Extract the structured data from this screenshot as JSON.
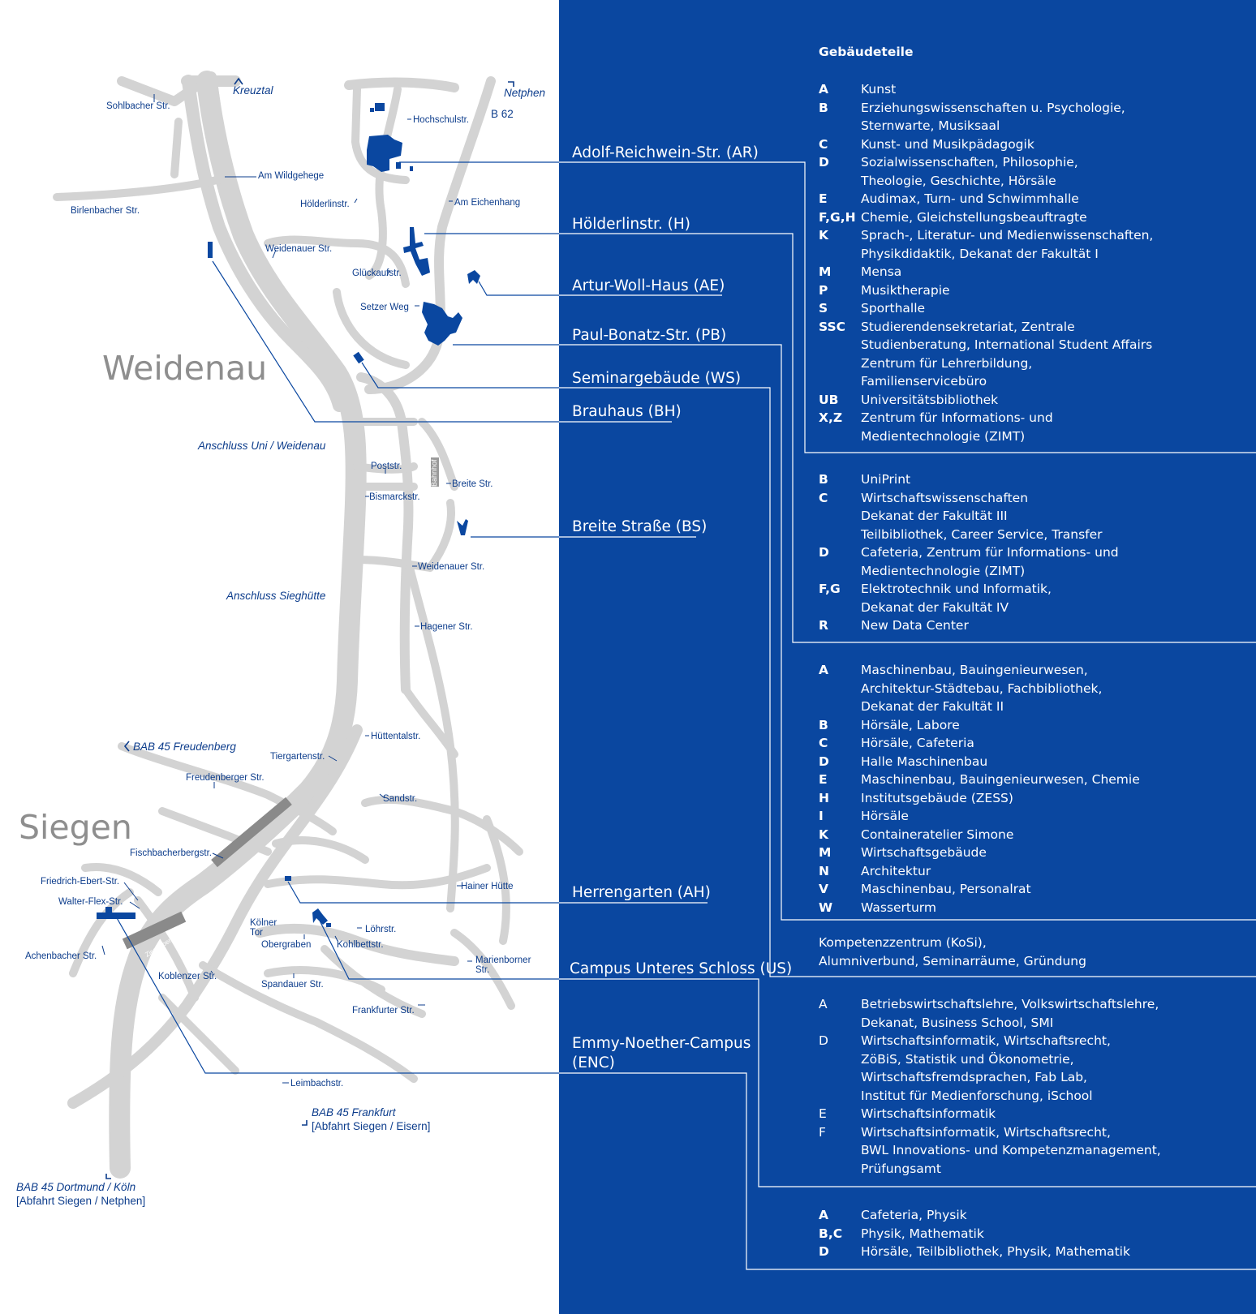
{
  "city_labels": {
    "weidenau": "Weidenau",
    "siegen": "Siegen"
  },
  "directions": {
    "kreuztal": "Kreuztal",
    "netphen": "Netphen",
    "b62": "B 62",
    "anschluss_uni": "Anschluss Uni / Weidenau",
    "anschluss_sieghuette": "Anschluss Sieghütte",
    "bab45_freudenberg": "BAB 45 Freudenberg",
    "bab45_frankfurt_1": "BAB 45 Frankfurt",
    "bab45_frankfurt_2": "[Abfahrt Siegen / Eisern]",
    "bab45_dortmund_1": "BAB 45 Dortmund / Köln",
    "bab45_dortmund_2": "[Abfahrt Siegen / Netphen]"
  },
  "streets": {
    "sohlbacher": "Sohlbacher Str.",
    "hochschul": "Hochschulstr.",
    "am_wildgehege": "Am Wildgehege",
    "birlenbacher": "Birlenbacher Str.",
    "hoelderlin": "Hölderlinstr.",
    "am_eichenhang": "Am Eichenhang",
    "weidenauer_top": "Weidenauer Str.",
    "glueckauf": "Glückaufstr.",
    "setzer_weg": "Setzer Weg",
    "post": "Poststr.",
    "breite": "Breite Str.",
    "bismarck": "Bismarckstr.",
    "weidenauer_mid": "Weidenauer Str.",
    "hagener": "Hagener Str.",
    "huettental": "Hüttentalstr.",
    "tiergarten": "Tiergartenstr.",
    "freudenberger": "Freudenberger Str.",
    "sand": "Sandstr.",
    "fischbacherberg": "Fischbacherbergstr.",
    "friedrich_ebert": "Friedrich-Ebert-Str.",
    "walter_flex": "Walter-Flex-Str.",
    "hainer_huette": "Hainer Hütte",
    "koelner_tor_1": "Kölner",
    "koelner_tor_2": "Tor",
    "obergraben": "Obergraben",
    "loehr": "Löhrstr.",
    "kohlbett": "Kohlbettstr.",
    "achenbacher": "Achenbacher Str.",
    "koblenzer": "Koblenzer Str.",
    "spandauer": "Spandauer Str.",
    "marienborner_1": "Marienborner",
    "marienborner_2": "Str.",
    "frankfurter": "Frankfurter Str.",
    "leimbach": "Leimbachstr.",
    "bahnhof_1": "Bahnhof",
    "bahnhof_2": "Bahnhof",
    "ziegenbergtunnel": "Ziegenbergtunnel"
  },
  "campuses": {
    "ar": "Adolf-Reichwein-Str. (AR)",
    "h": "Hölderlinstr. (H)",
    "ae": "Artur-Woll-Haus (AE)",
    "pb": "Paul-Bonatz-Str. (PB)",
    "ws": "Seminargebäude (WS)",
    "bh": "Brauhaus (BH)",
    "bs": "Breite Straße (BS)",
    "ah": "Herrengarten (AH)",
    "us": "Campus Unteres Schloss (US)",
    "enc_1": "Emmy-Noether-Campus",
    "enc_2": "(ENC)"
  },
  "legend_heading": "Gebäudeteile",
  "legend_ar": [
    {
      "key": "A",
      "text": "Kunst"
    },
    {
      "key": "B",
      "text": "Erziehungswissenschaften u. Psychologie,\nSternwarte, Musiksaal"
    },
    {
      "key": "C",
      "text": "Kunst- und Musikpädagogik"
    },
    {
      "key": "D",
      "text": "Sozialwissenschaften, Philosophie,\nTheologie, Geschichte, Hörsäle"
    },
    {
      "key": "E",
      "text": "Audimax, Turn- und Schwimmhalle"
    },
    {
      "key": "F,G,H",
      "text": "Chemie, Gleichstellungsbeauftragte"
    },
    {
      "key": "K",
      "text": "Sprach-, Literatur- und Medienwissenschaften,\nPhysikdidaktik, Dekanat der Fakultät I"
    },
    {
      "key": "M",
      "text": "Mensa"
    },
    {
      "key": "P",
      "text": "Musiktherapie"
    },
    {
      "key": "S",
      "text": "Sporthalle"
    },
    {
      "key": "SSC",
      "text": "Studierendensekretariat, Zentrale\nStudienberatung, International Student Affairs\nZentrum für Lehrerbildung,\nFamilienservicebüro"
    },
    {
      "key": "UB",
      "text": "Universitätsbibliothek"
    },
    {
      "key": "X,Z",
      "text": "Zentrum für Informations- und\nMedientechnologie (ZIMT)"
    }
  ],
  "legend_h": [
    {
      "key": "B",
      "text": "UniPrint"
    },
    {
      "key": "C",
      "text": "Wirtschaftswissenschaften\nDekanat der Fakultät III\nTeilbibliothek, Career Service, Transfer"
    },
    {
      "key": "D",
      "text": "Cafeteria, Zentrum für Informations- und\nMedientechnologie (ZIMT)"
    },
    {
      "key": "F,G",
      "text": "Elektrotechnik und Informatik,\nDekanat der Fakultät IV"
    },
    {
      "key": "R",
      "text": "New Data Center"
    }
  ],
  "legend_pb": [
    {
      "key": "A",
      "text": "Maschinenbau, Bauingenieurwesen,\nArchitektur-Städtebau, Fachbibliothek,\nDekanat der Fakultät II"
    },
    {
      "key": "B",
      "text": "Hörsäle, Labore"
    },
    {
      "key": "C",
      "text": "Hörsäle, Cafeteria"
    },
    {
      "key": "D",
      "text": "Halle Maschinenbau"
    },
    {
      "key": "E",
      "text": "Maschinenbau, Bauingenieurwesen, Chemie"
    },
    {
      "key": "H",
      "text": "Institutsgebäude (ZESS)"
    },
    {
      "key": "I",
      "text": "Hörsäle"
    },
    {
      "key": "K",
      "text": "Containeratelier Simone"
    },
    {
      "key": "M",
      "text": "Wirtschaftsgebäude"
    },
    {
      "key": "N",
      "text": "Architektur"
    },
    {
      "key": "V",
      "text": "Maschinenbau, Personalrat"
    },
    {
      "key": "W",
      "text": "Wasserturm"
    }
  ],
  "legend_ws": "Kompetenzzentrum (KoSi),\nAlumniverbund, Seminarräume, Gründung",
  "legend_us": [
    {
      "key": "A",
      "text": "Betriebswirtschaftslehre, Volkswirtschaftslehre,\nDekanat, Business School, SMI"
    },
    {
      "key": "D",
      "text": "Wirtschaftsinformatik, Wirtschaftsrecht,\nZöBiS, Statistik und Ökonometrie,\nWirtschaftsfremdsprachen, Fab Lab,\nInstitut für Medienforschung, iSchool"
    },
    {
      "key": "E",
      "text": "Wirtschaftsinformatik"
    },
    {
      "key": "F",
      "text": "Wirtschaftsinformatik, Wirtschaftsrecht,\nBWL Innovations- und Kompetenzmanagement,\nPrüfungsamt"
    }
  ],
  "legend_enc": [
    {
      "key": "A",
      "text": "Cafeteria, Physik"
    },
    {
      "key": "B,C",
      "text": "Physik, Mathematik"
    },
    {
      "key": "D",
      "text": "Hörsäle, Teilbibliothek, Physik, Mathematik"
    }
  ]
}
